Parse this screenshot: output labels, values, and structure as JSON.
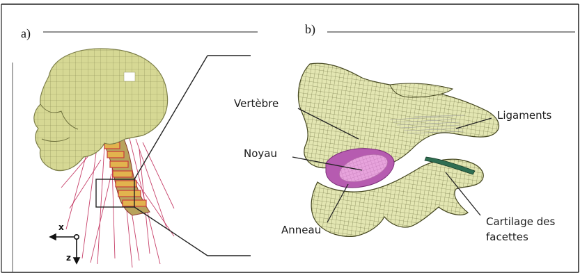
{
  "panels": {
    "a": {
      "label": "a)"
    },
    "b": {
      "label": "b)"
    }
  },
  "axes": {
    "x": "x",
    "z": "z"
  },
  "callouts": {
    "vertebre": "Vertèbre",
    "noyau": "Noyau",
    "anneau": "Anneau",
    "ligaments": "Ligaments",
    "cartilage_line1": "Cartilage des",
    "cartilage_line2": "facettes"
  },
  "colors": {
    "mesh_fill": "#d9dca0",
    "mesh_line": "#6b6e3a",
    "skull_fill": "#cfd08f",
    "nucleus": "#e39ad6",
    "annulus": "#b54fb0",
    "cartilage": "#2f6e52",
    "neck_muscle": "#c7416a",
    "frame": "#222222"
  }
}
